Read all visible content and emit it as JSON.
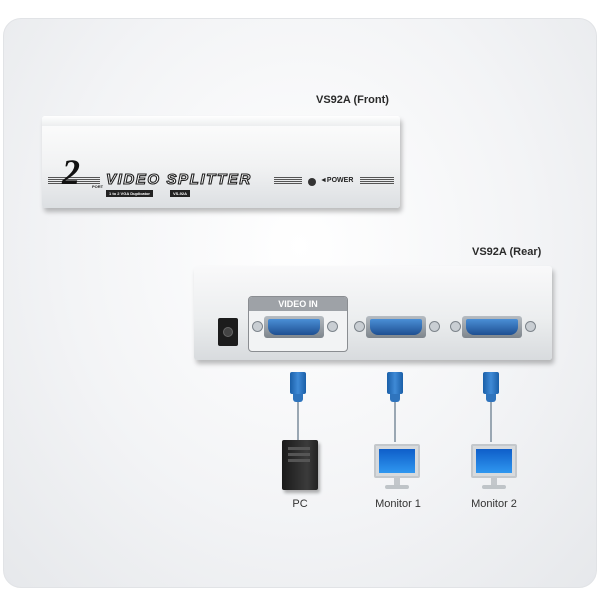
{
  "front": {
    "title": "VS92A (Front)",
    "number": "2",
    "port_label": "PORT",
    "product_name": "VIDEO SPLITTER",
    "subtitle": "1 to 2 VGA Duplicator",
    "model_tag": "VS-92A",
    "power_label": "◄POWER"
  },
  "rear": {
    "title": "VS92A (Rear)",
    "video_in_label": "VIDEO IN"
  },
  "devices": {
    "pc": "PC",
    "monitor1": "Monitor 1",
    "monitor2": "Monitor 2"
  },
  "colors": {
    "connector_blue": "#2a6bbf",
    "panel_silver": "#eceeef"
  }
}
